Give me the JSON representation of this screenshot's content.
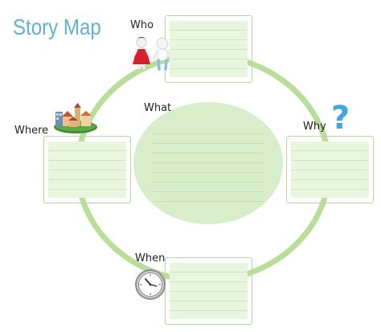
{
  "title": "Story Map",
  "labels": {
    "who": "Who",
    "what": "What",
    "where": "Where",
    "why": "Why",
    "when": "When"
  },
  "icons": {
    "who": "people-icon",
    "where": "village-icon",
    "why": "question-mark-icon",
    "when": "clock-icon"
  },
  "colors": {
    "title": "#5fb3cc",
    "ring": "#b9de9a",
    "card_fill": "#e8f5df",
    "card_border": "#b6d89e",
    "question_mark": "#3fa7dd"
  }
}
